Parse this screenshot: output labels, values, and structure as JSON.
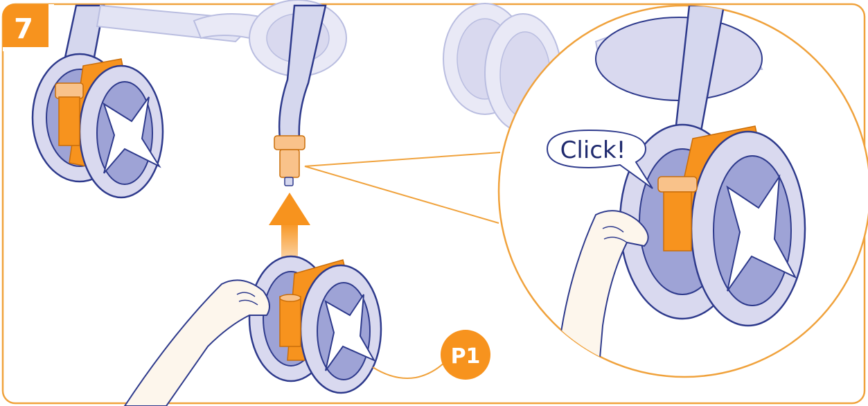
{
  "step": {
    "number": "7"
  },
  "callout": {
    "text": "Click!"
  },
  "part": {
    "label": "P1"
  },
  "colors": {
    "frame": "#f0a23c",
    "orange": "#f7931e",
    "orange_light": "#f9c28a",
    "wheel_fill": "#d9d9ef",
    "wheel_stroke": "#2e3a8c",
    "wheel_dark": "#9ea3d6",
    "ghost_fill": "#e9e9f6",
    "ghost_stroke": "#b9bde0",
    "skin": "#fdf6ec",
    "arrow": "#f7931e"
  }
}
